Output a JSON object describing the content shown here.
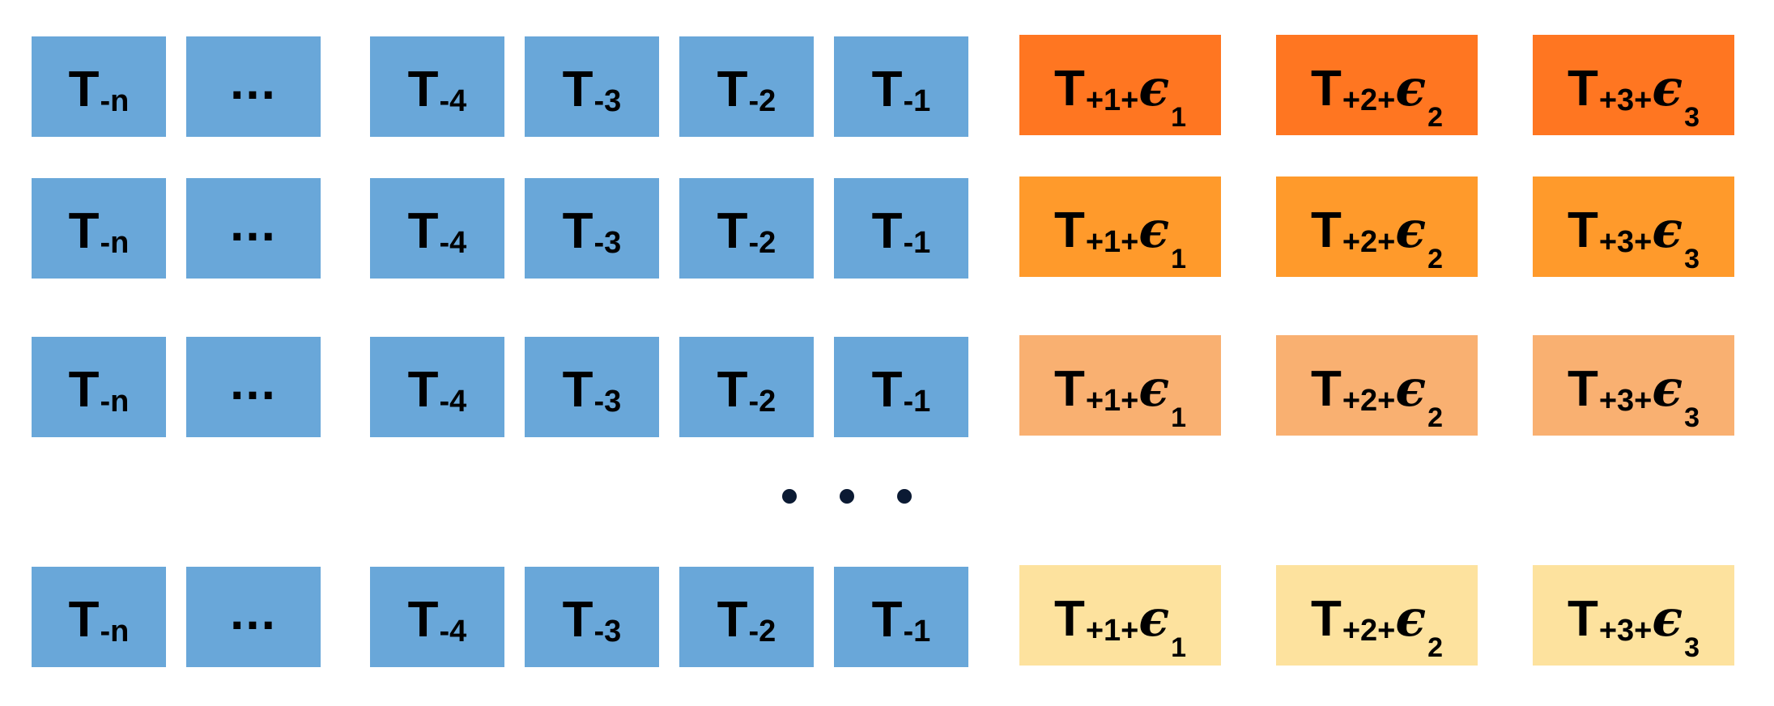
{
  "colors": {
    "blue": "#69a7d9",
    "row_orange": [
      "#ff7621",
      "#ff9a2b",
      "#f9b071",
      "#fde29e"
    ]
  },
  "history_cells": [
    {
      "type": "t",
      "main": "T",
      "sub": "-n"
    },
    {
      "type": "dots",
      "text": "..."
    },
    {
      "type": "t",
      "main": "T",
      "sub": "-4"
    },
    {
      "type": "t",
      "main": "T",
      "sub": "-3"
    },
    {
      "type": "t",
      "main": "T",
      "sub": "-2"
    },
    {
      "type": "t",
      "main": "T",
      "sub": "-1"
    }
  ],
  "future_cells": [
    {
      "main": "T",
      "sub": "+1+",
      "eps": "ϵ",
      "eps_sub": "1"
    },
    {
      "main": "T",
      "sub": "+2+",
      "eps": "ϵ",
      "eps_sub": "2"
    },
    {
      "main": "T",
      "sub": "+3+",
      "eps": "ϵ",
      "eps_sub": "3"
    }
  ],
  "rows": [
    {
      "name": "row-1",
      "future_color_index": 0
    },
    {
      "name": "row-2",
      "future_color_index": 1
    },
    {
      "name": "row-3",
      "future_color_index": 2
    },
    {
      "name": "row-last",
      "future_color_index": 3
    }
  ],
  "vertical_ellipsis_icon": "three-dots-icon"
}
